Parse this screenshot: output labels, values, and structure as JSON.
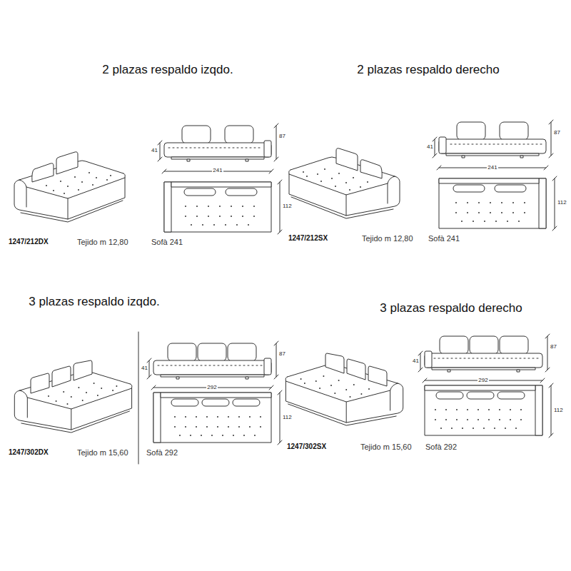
{
  "diagram": {
    "labels": [
      "2 plazas respaldo izqdo.",
      "2 plazas respaldo derecho",
      "87",
      "41",
      "241",
      "112",
      "1247/212DX",
      "Tejido m 12,80",
      "Sofà 241",
      "87",
      "41",
      "241",
      "112",
      "1247/212SX",
      "Tejido m 12,80",
      "Sofà 241",
      "3 plazas respaldo izqdo.",
      "3 plazas respaldo derecho",
      "87",
      "41",
      "292",
      "112",
      "1247/302DX",
      "Tejido m 15,60",
      "Sofà 292",
      "87",
      "41",
      "292",
      "112",
      "1247/302SX",
      "Tejido m 15,60",
      "Sofà 292"
    ]
  }
}
